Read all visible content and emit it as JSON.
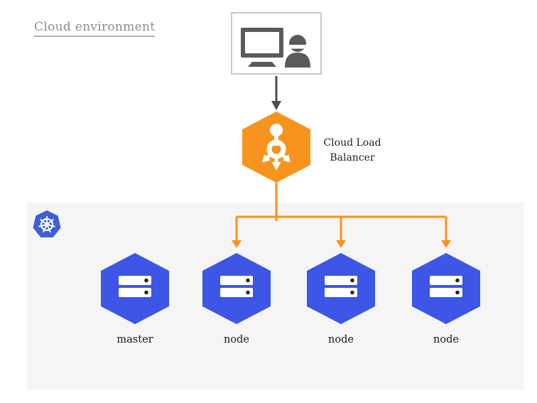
{
  "title": {
    "label": "Cloud environment"
  },
  "user_box": {
    "icon": "user-with-monitor-icon"
  },
  "load_balancer": {
    "label": "Cloud Load Balancer",
    "icon": "load-balancer-icon"
  },
  "cluster": {
    "icon": "kubernetes-helm-icon",
    "nodes": [
      {
        "label": "master",
        "icon": "server-icon"
      },
      {
        "label": "node",
        "icon": "server-icon"
      },
      {
        "label": "node",
        "icon": "server-icon"
      },
      {
        "label": "node",
        "icon": "server-icon"
      }
    ]
  },
  "colors": {
    "accent_orange": "#F7941E",
    "node_blue": "#3D56E5",
    "kubernetes_blue": "#3E5DD8",
    "panel_gray": "#F5F5F6",
    "icon_gray": "#5A5A5A",
    "arrow_gray": "#4D4D4D",
    "title_gray": "#8D8D8D",
    "label_dark": "#1F1F1F"
  }
}
